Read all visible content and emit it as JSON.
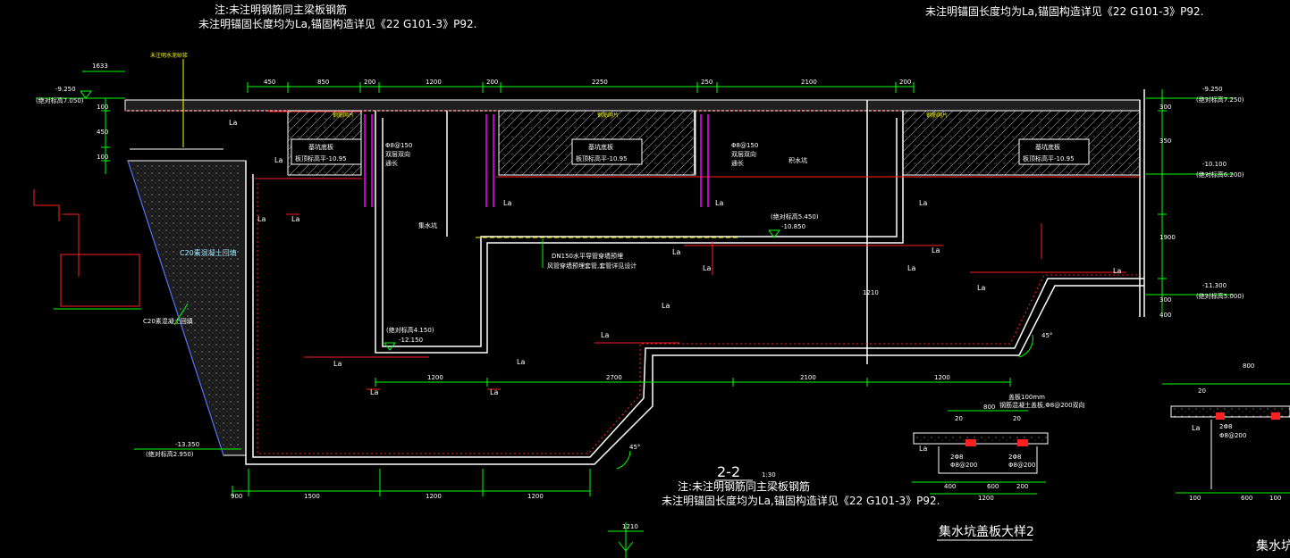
{
  "colors": {
    "background": "#000000",
    "wall": "#ffffff",
    "rebar": "#ff2020",
    "dimension": "#00ff00",
    "stirrup": "#ff00ff",
    "note": "#ffff00",
    "slope": "#4060ff"
  },
  "notes": {
    "top_left_line1": "注:未注明钢筋同主梁板钢筋",
    "top_left_line2": "未注明锚固长度均为La,锚固构造详见《22 G101-3》P92.",
    "top_right_line2": "未注明锚固长度均为La,锚固构造详见《22 G101-3》P92.",
    "bottom_line1": "注:未注明钢筋同主梁板钢筋",
    "bottom_line2": "未注明锚固长度均为La,锚固构造详见《22 G101-3》P92."
  },
  "section": {
    "title": "2-2",
    "scale": "1:30"
  },
  "detail": {
    "title": "集水坑盖板大样2",
    "title_partial": "集水坑"
  },
  "top_dims": [
    "450",
    "850",
    "200",
    "1200",
    "200",
    "2250",
    "250",
    "2100",
    "200"
  ],
  "bottom_dims": [
    "900",
    "1500",
    "1200",
    "1200"
  ],
  "mid_dims": [
    "1200",
    "2700",
    "2100",
    "1200"
  ],
  "elevations": {
    "left_top": "-9.250",
    "left_top_rel": "(绝对标高7.050)",
    "right_top": "-9.250",
    "right_top_rel": "(绝对标高7.250)",
    "right_mid": "-10.100",
    "right_mid_rel": "(绝对标高6.200)",
    "right_low": "-11.300",
    "right_low_rel": "(绝对标高5.000)",
    "pit_mid": "-10.850",
    "pit_mid_rel": "(绝对标高5.450)",
    "pit_low": "-12.150",
    "pit_low_rel": "(绝对标高4.150)",
    "bottom_left": "-13.350",
    "bottom_left_rel": "(绝对标高2.950)"
  },
  "labels": {
    "anchor": "La",
    "fill_material": "C20素混凝土回填",
    "pit": "集水坑",
    "pipe": "DN150水平导管穿墙预埋",
    "pipe_sub": "风管穿墙预埋套管,套管详见设计",
    "rebar1": "Φ8@150",
    "rebar2": "双层双向",
    "rebar3": "通长",
    "slab1": "基坑底板",
    "slab1_sub": "板顶标高平-10.95",
    "pit_wall": "积水坑",
    "angle": "45°",
    "top_note": "未注明水泥砂浆",
    "yellow_label": "钢筋网片",
    "size_163": "1633"
  },
  "right_axis": [
    "300",
    "350",
    "1900",
    "1210",
    "300",
    "400"
  ],
  "left_axis": [
    "100",
    "450",
    "100"
  ],
  "detail_dims": {
    "top": "800",
    "left": "20",
    "right": "20",
    "b1": "400",
    "b2": "600",
    "b3": "200",
    "total": "1200",
    "rebar_a": "2Φ8",
    "rebar_b": "Φ8@200",
    "plate": "盖板100mm",
    "plate_sub": "钢筋混凝土盖板,Φ8@200双向"
  },
  "detail2_dims": {
    "top": "800",
    "left": "20",
    "b1": "100",
    "b2": "600",
    "b3": "100"
  }
}
